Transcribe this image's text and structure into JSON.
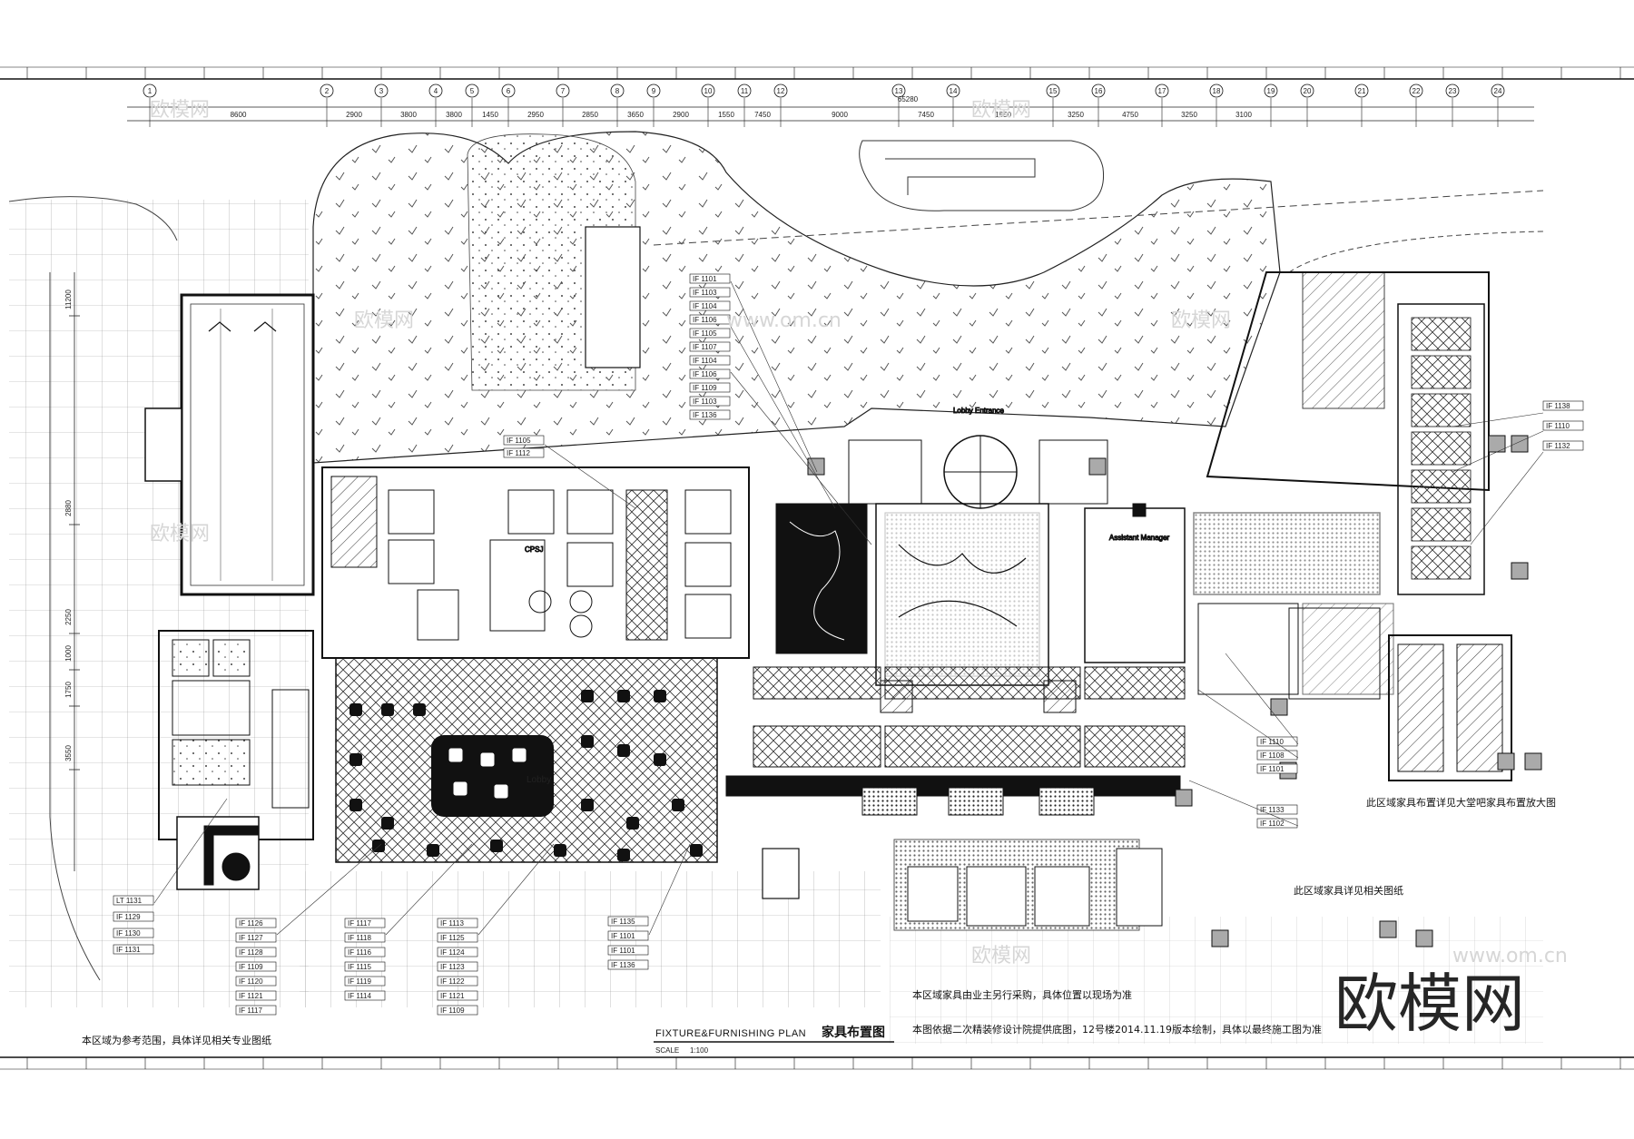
{
  "drawing": {
    "title_en": "FIXTURE&FURNISHING PLAN",
    "title_cn": "家具布置图",
    "scale_label": "SCALE",
    "scale_value": "1:100"
  },
  "dimensions": {
    "top": [
      "8600",
      "2900",
      "3800",
      "3800",
      "1450",
      "2950",
      "2850",
      "3650",
      "2900",
      "1550",
      "7450",
      "9000",
      "7450",
      "1550",
      "3250",
      "4750",
      "3250",
      "3100"
    ],
    "overall": "65280",
    "left": [
      "11200",
      "2880",
      "2250",
      "1000",
      "1750",
      "3550"
    ]
  },
  "grid_bubbles_top": [
    "1",
    "2",
    "3",
    "4",
    "5",
    "6",
    "7",
    "8",
    "9",
    "10",
    "11",
    "12",
    "13",
    "14",
    "15",
    "16",
    "17",
    "18",
    "19",
    "20",
    "21",
    "22",
    "23",
    "24"
  ],
  "rooms": {
    "lobby": "Lobby",
    "lobby_entrance": "Lobby Entrance",
    "assistant_manager": "Assistant Manager",
    "cpsj": "CPSJ"
  },
  "tags": {
    "top_group": [
      "IF 1101",
      "IF 1103",
      "IF 1104",
      "IF 1106",
      "IF 1105",
      "IF 1107",
      "IF 1104",
      "IF 1106",
      "IF 1109",
      "IF 1103",
      "IF 1136"
    ],
    "top_side": [
      "IF 1105",
      "IF 1112"
    ],
    "right_group": [
      "IF 1138",
      "IF 1110",
      "IF 1132"
    ],
    "mid_right": [
      "IF 1110",
      "IF 1108",
      "IF 1101"
    ],
    "low_right": [
      "IF 1133",
      "IF 1102"
    ],
    "bottom_col1": [
      "LT 1131",
      "IF 1129",
      "IF 1130",
      "IF 1131"
    ],
    "bottom_col2": [
      "IF 1126",
      "IF 1127",
      "IF 1128",
      "IF 1109",
      "IF 1120",
      "IF 1121",
      "IF 1117"
    ],
    "bottom_col3": [
      "IF 1117",
      "IF 1118",
      "IF 1116",
      "IF 1115",
      "IF 1119",
      "IF 1114"
    ],
    "bottom_col4": [
      "IF 1113",
      "IF 1125",
      "IF 1124",
      "IF 1123",
      "IF 1122",
      "IF 1121",
      "IF 1109"
    ],
    "bottom_col5": [
      "IF 1135",
      "IF 1101",
      "IF 1101",
      "IF 1136"
    ]
  },
  "notes": {
    "left_bottom": "本区域为参考范围，具体详见相关专业图纸",
    "center_bottom": "本区域家具由业主另行采购，具体位置以现场为准",
    "bottom_long": "本图依据二次精装修设计院提供底图，12号楼2014.11.19版本绘制，具体以最终施工图为准",
    "right_mid": "此区域家具布置详见大堂吧家具布置放大图",
    "right_low": "此区域家具详见相关图纸"
  },
  "watermarks": {
    "small": "欧模网",
    "url": "www.om.cn",
    "big": "欧模网"
  },
  "colors": {
    "line": "#111111",
    "light_line": "#777777",
    "watermark": "#d6d6d6"
  }
}
